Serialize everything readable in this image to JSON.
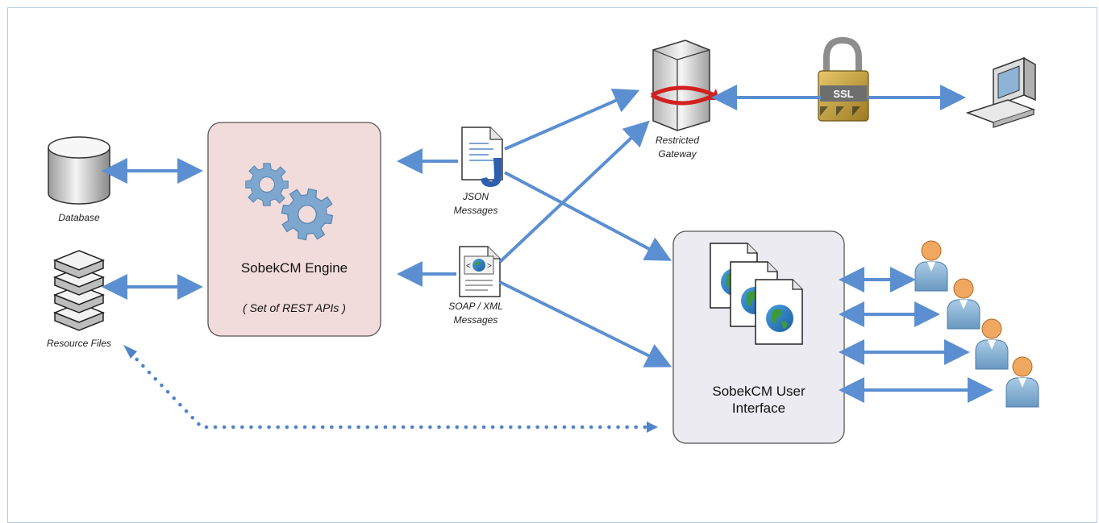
{
  "labels": {
    "database": "Database",
    "resource_files": "Resource Files",
    "engine_title": "SobekCM Engine",
    "engine_subtitle": "( Set of REST APIs )",
    "json_line1": "JSON",
    "json_line2": "Messages",
    "soap_line1": "SOAP / XML",
    "soap_line2": "Messages",
    "gateway_line1": "Restricted",
    "gateway_line2": "Gateway",
    "ssl": "SSL",
    "ui_line1": "SobekCM User",
    "ui_line2": "Interface"
  },
  "colors": {
    "arrow": "#5b8fd1",
    "engine_fill": "#f2dcdb",
    "ui_fill": "#ecebf1",
    "gear": "#7ea7cf"
  },
  "icons": [
    "database-icon",
    "resource-files-icon",
    "gear-icon",
    "json-document-icon",
    "xml-document-icon",
    "server-icon",
    "ssl-lock-icon",
    "computer-icon",
    "web-page-icon",
    "user-icon"
  ]
}
